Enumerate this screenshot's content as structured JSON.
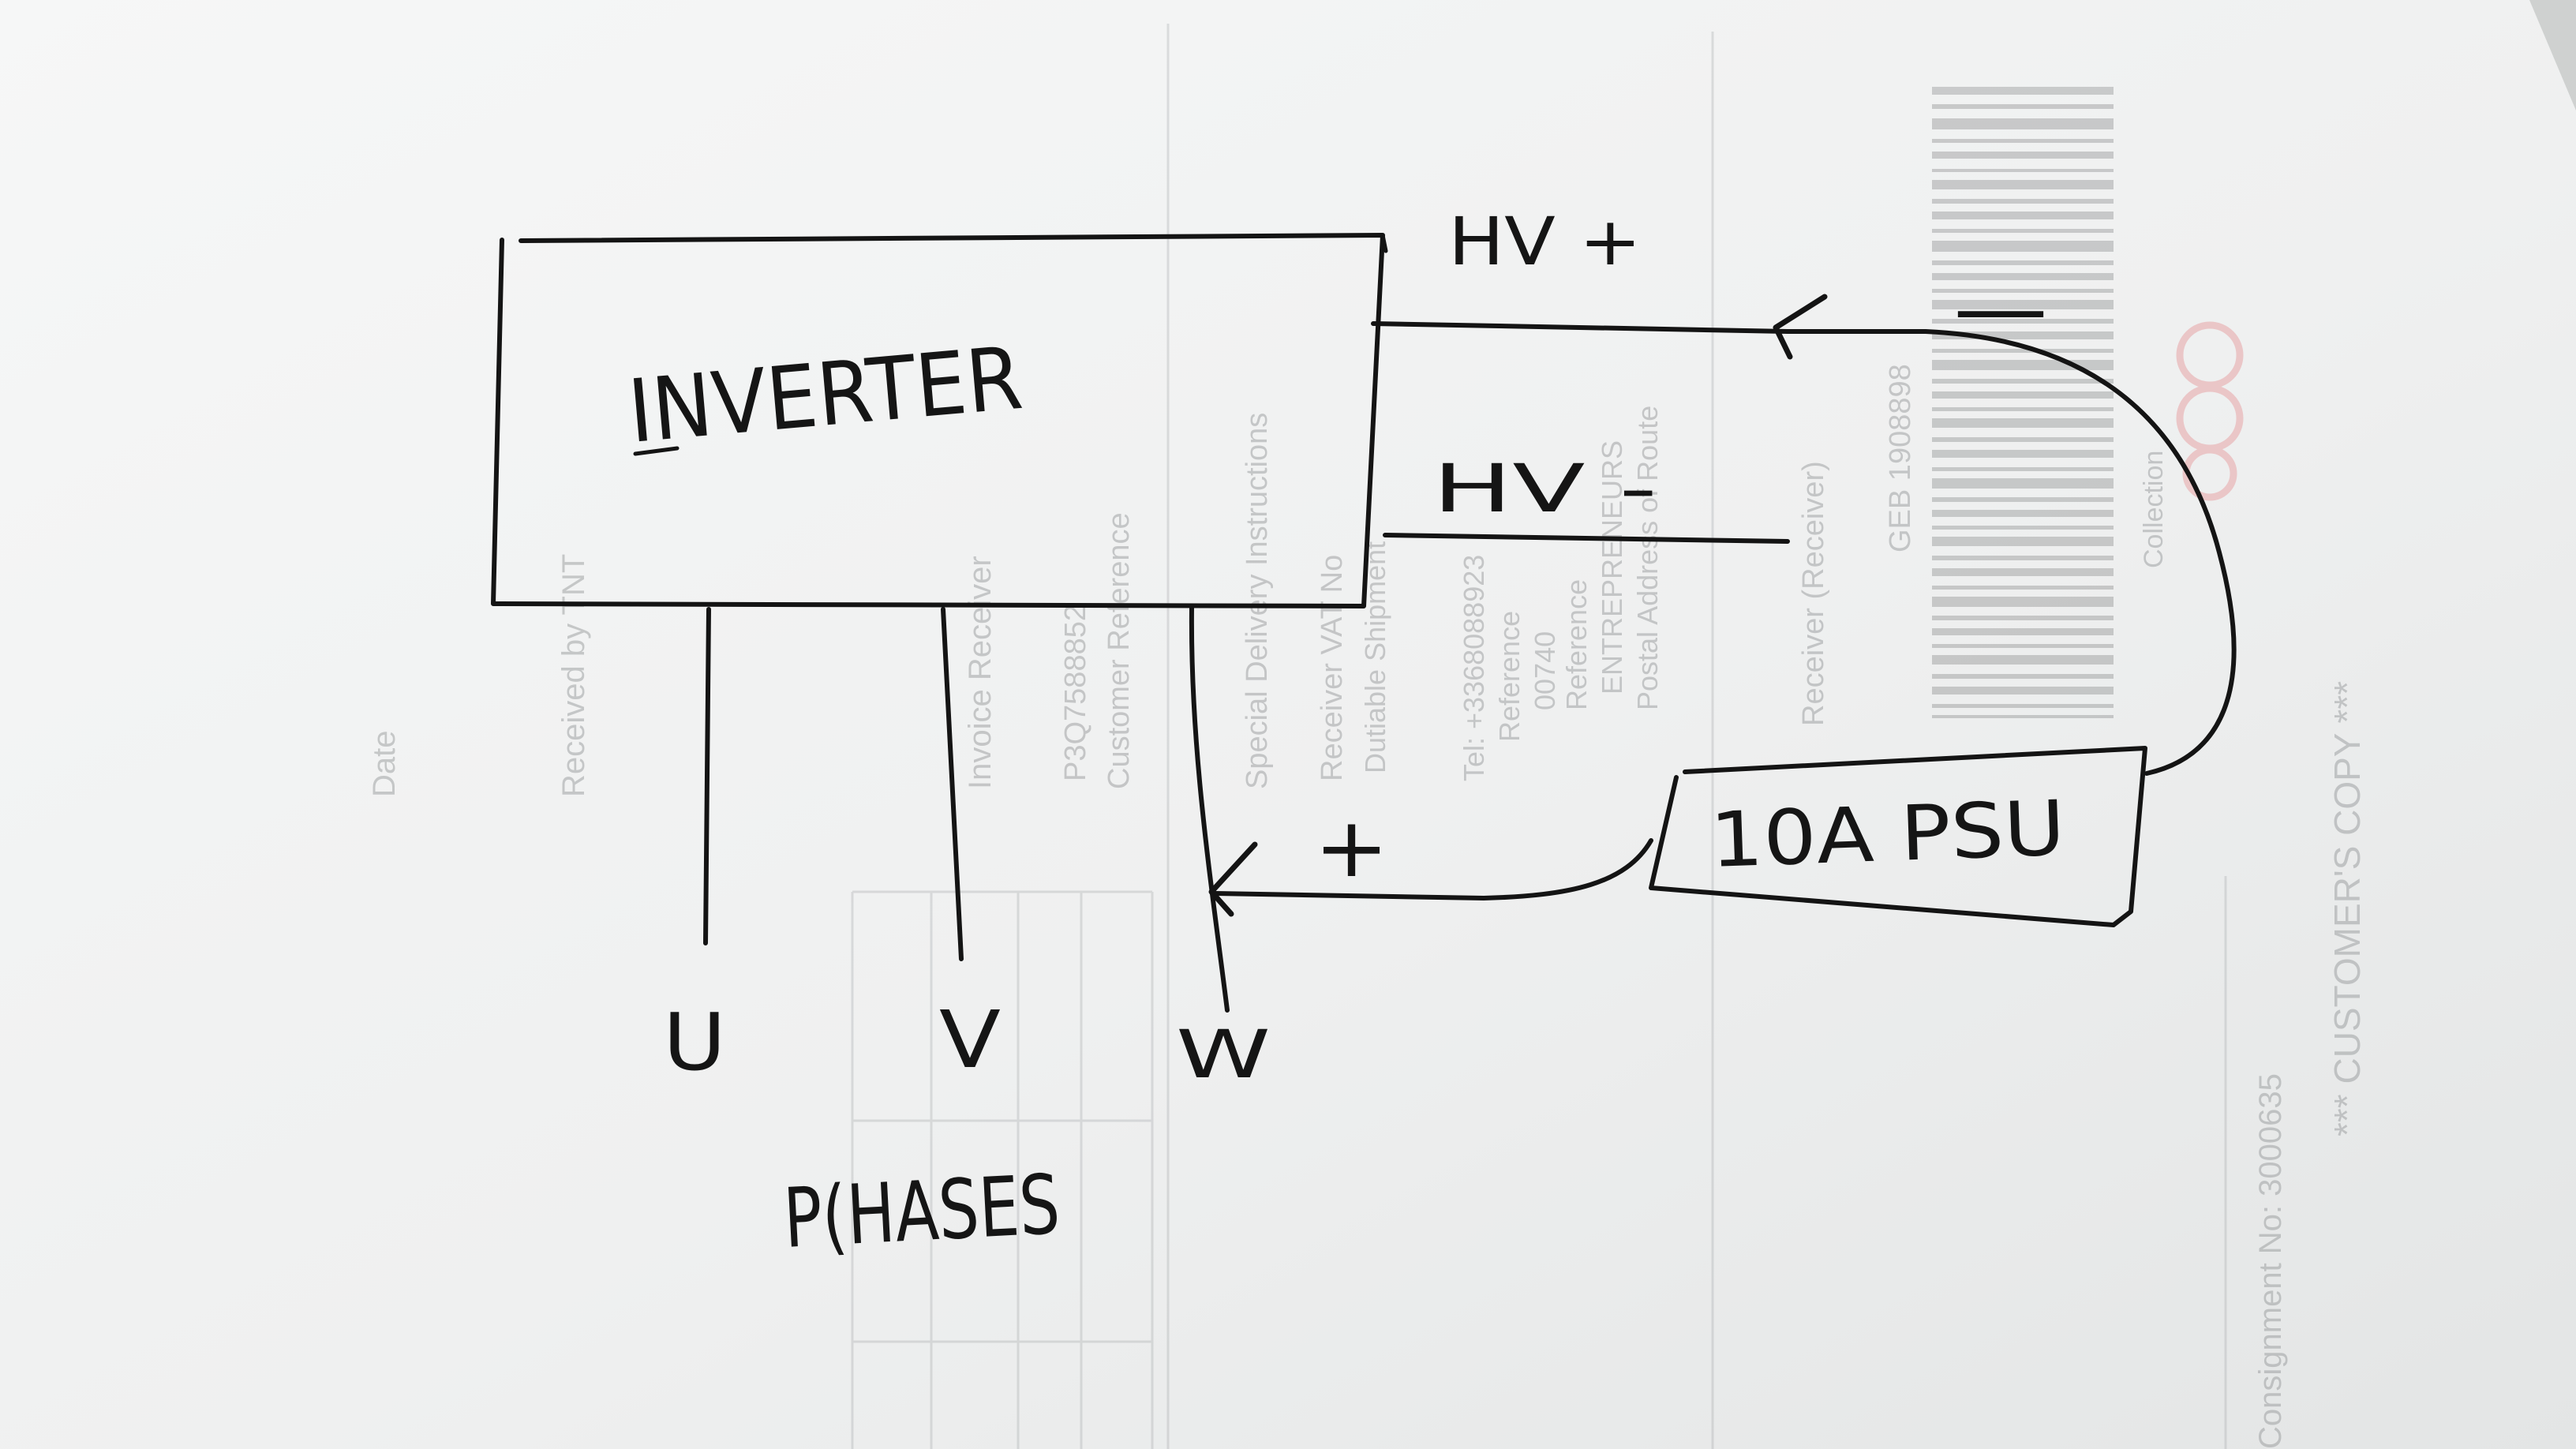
{
  "diagram": {
    "inverter_label": "INVERTER",
    "hv_plus_label": "HV +",
    "hv_minus_label": "HV -",
    "psu_label": "10A PSU",
    "psu_minus_sign": "—",
    "psu_plus_sign": "+",
    "phase_u": "U",
    "phase_v": "V",
    "phase_w": "W",
    "phases_caption": "P(HASES"
  },
  "background_print": {
    "lines": [
      "Date",
      "Received by TNT",
      "Invoice Receiver",
      "P3Q7588852",
      "Customer Reference",
      "Special Delivery Instructions",
      "Receiver VAT No",
      "Dutiable Shipment",
      "Tel: +3368088923",
      "Reference",
      "00740",
      "Reference",
      "ENTREPRENEURS",
      "Postal Address of Route",
      "Receiver (Receiver)",
      "GEB 1908898",
      "Collection",
      "*** CUSTOMER'S COPY ***",
      "Consignment No: 3000635"
    ]
  },
  "colors": {
    "paper": "#f1f2f2",
    "ink": "#141414",
    "table_background": "#cfd1d0",
    "ghost_print": "#8f9294",
    "stamp_red": "#e7a5a7"
  }
}
